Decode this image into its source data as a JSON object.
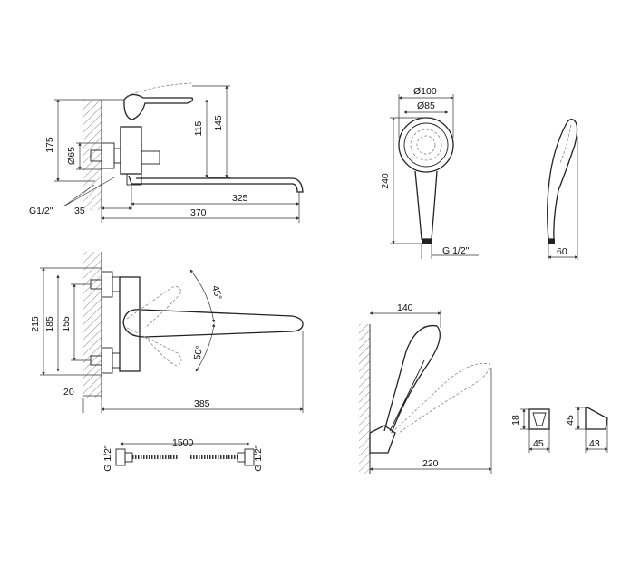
{
  "colors": {
    "line": "#222222",
    "dimension": "#333333",
    "background": "#ffffff"
  },
  "faucet_side": {
    "total_height": "175",
    "lever_to_spout": "145",
    "body_to_top": "115",
    "eccentric_diameter": "Ø65",
    "thread": "G1/2\"",
    "wall_offset": "35",
    "spout_reach": "325",
    "total_reach": "370"
  },
  "faucet_top": {
    "height_total": "215",
    "height_mid": "185",
    "height_inner": "155",
    "rotation_a": "45°",
    "rotation_b": "50°",
    "wall_gap": "20",
    "total_reach": "385"
  },
  "hose": {
    "length": "1500",
    "thread_left": "G 1/2\"",
    "thread_right": "G 1/2\""
  },
  "hand_shower": {
    "outer_diameter": "Ø100",
    "inner_diameter": "Ø85",
    "height": "240",
    "thread": "G 1/2\"",
    "side_depth": "60"
  },
  "holder": {
    "width_label": "140",
    "projection": "220",
    "front_height": "18",
    "front_width": "45",
    "side_height": "45",
    "side_depth": "43"
  }
}
